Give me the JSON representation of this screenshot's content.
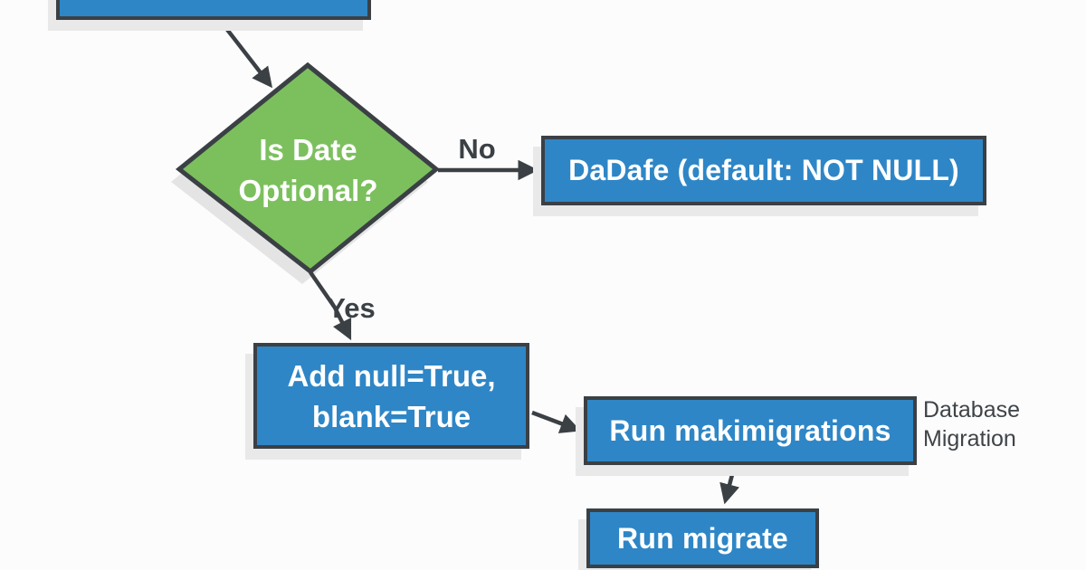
{
  "diagram": {
    "top_box": {
      "label": ""
    },
    "decision": {
      "line1": "Is Date",
      "line2": "Optional?"
    },
    "no_label": "No",
    "yes_label": "Yes",
    "no_box": {
      "label": "DaDafe (default: NOT NULL)"
    },
    "yes_box": {
      "line1": "Add null=True,",
      "line2": "blank=True"
    },
    "makemigrations_box": {
      "label": "Run makimigrations"
    },
    "migrate_box": {
      "label": "Run migrate"
    },
    "annotation": {
      "line1": "Database",
      "line2": "Migration"
    },
    "colors": {
      "process_fill": "#2E86C6",
      "decision_fill": "#7CC05E",
      "border": "#3B4045",
      "arrow": "#3B4045",
      "box_shadow": "#E9E9E9",
      "diamond_shadow": "#E4E4E4",
      "background": "#FCFCFC",
      "box_text": "#FFFFFF",
      "label_text": "#3B4045"
    }
  }
}
